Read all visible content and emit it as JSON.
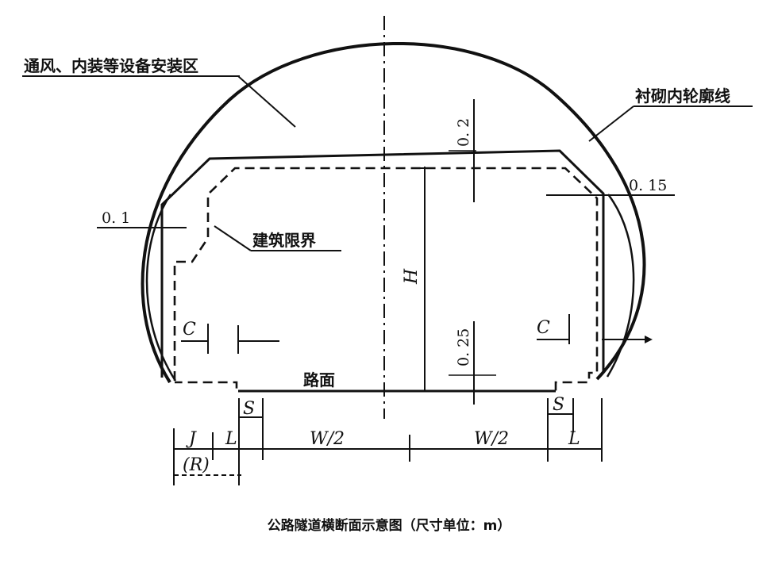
{
  "labels": {
    "equipment_zone": "通风、内装等设备安装区",
    "lining_contour": "衬砌内轮廓线",
    "clearance": "建筑限界",
    "road_surface": "路面"
  },
  "dimensions": {
    "d_0_1": "0. 1",
    "d_0_15": "0. 15",
    "d_0_2": "0. 2",
    "d_0_25": "0. 25",
    "H": "H",
    "C": "C",
    "S": "S",
    "J": "J",
    "L": "L",
    "W_half": "W/2",
    "R": "(R)"
  },
  "caption": "公路隧道横断面示意图（尺寸单位：m）"
}
